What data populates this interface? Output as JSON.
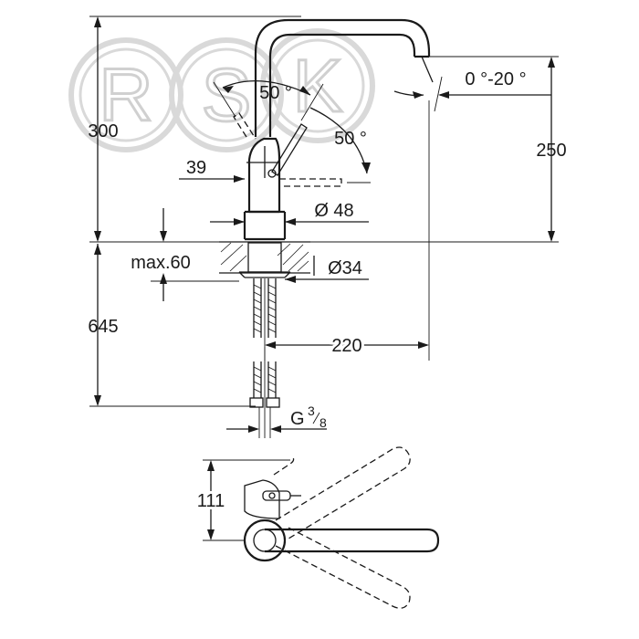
{
  "watermark": {
    "letters": [
      "R",
      "S",
      "K"
    ],
    "color": "#d9d9d9"
  },
  "colors": {
    "ink": "#1a1a1a",
    "background": "#ffffff"
  },
  "dimensions": {
    "height_300": "300",
    "angle_top": "50 °",
    "angle_side": "50 °",
    "spout_tilt": "0 °-20 °",
    "height_250": "250",
    "width_39": "39",
    "dia_48": "Ø 48",
    "max_60": "max.60",
    "dia_34": "Ø34",
    "height_645": "645",
    "reach_220": "220",
    "thread_g": "G",
    "thread_num": "3",
    "thread_den": "8",
    "depth_111": "111"
  }
}
